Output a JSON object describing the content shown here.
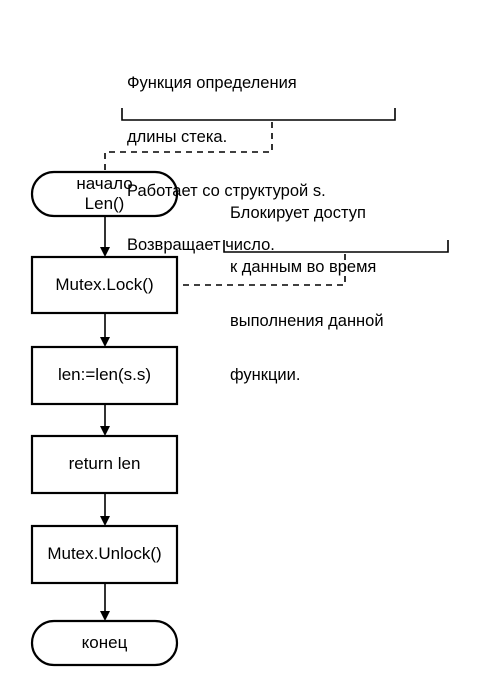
{
  "comments": {
    "function_description": {
      "lines": [
        "Функция определения",
        "длины стека.",
        "Работает со структурой s.",
        "Возвращает число."
      ]
    },
    "lock_description": {
      "lines": [
        "Блокирует доступ",
        "к данным во время",
        "выполнения данной",
        "функции."
      ]
    }
  },
  "nodes": {
    "start": {
      "line1": "начало",
      "line2": "Len()"
    },
    "lock": {
      "label": "Mutex.Lock()"
    },
    "assign": {
      "label": "len:=len(s.s)"
    },
    "return": {
      "label": "return len"
    },
    "unlock": {
      "label": "Mutex.Unlock()"
    },
    "end": {
      "label": "конец"
    }
  }
}
